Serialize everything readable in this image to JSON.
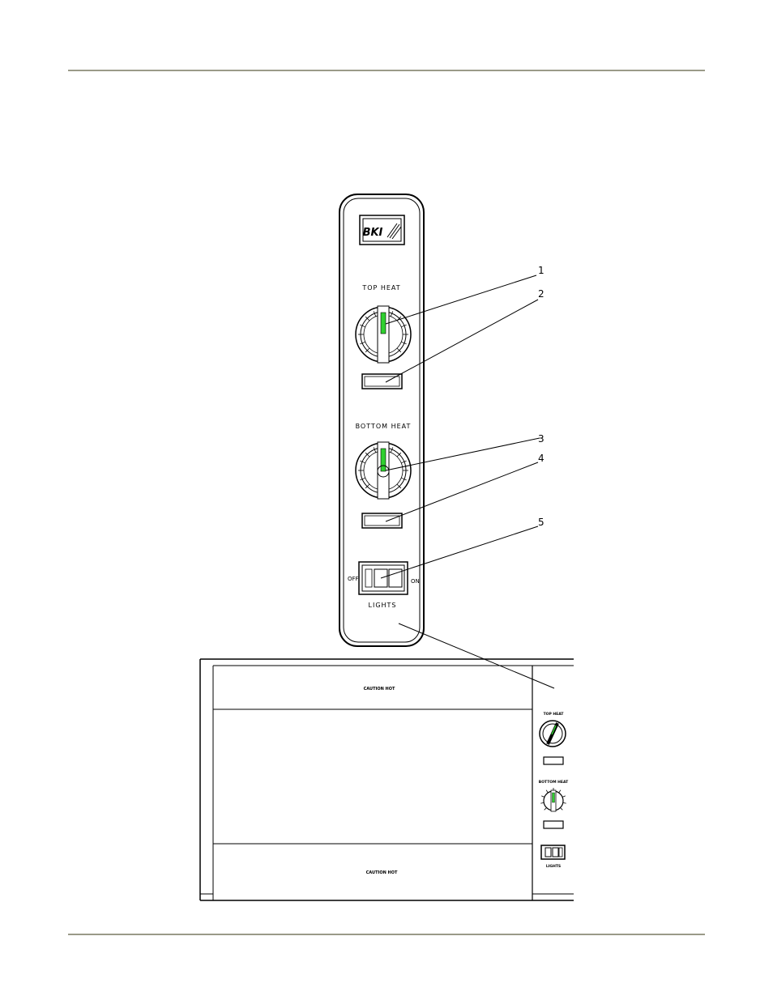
{
  "colors": {
    "rule": "#9a9a88",
    "line": "#000000",
    "indicator": "#2fd02f"
  },
  "panel": {
    "logo_text": "BKI",
    "top_heat_label": "TOP HEAT",
    "bottom_heat_label": "BOTTOM HEAT",
    "switch_off_label": "OFF",
    "switch_on_label": "ON",
    "lights_label": "LIGHTS",
    "top_heat_indicator_level": 0.0,
    "bottom_heat_indicator_level": 0.0
  },
  "callouts": [
    "1",
    "2",
    "3",
    "4",
    "5"
  ],
  "cabinet": {
    "caution_upper": "CAUTION HOT",
    "caution_lower": "CAUTION HOT",
    "mini_top_heat_label": "TOP HEAT",
    "mini_bottom_heat_label": "BOTTOM HEAT",
    "mini_lights_label": "LIGHTS"
  }
}
